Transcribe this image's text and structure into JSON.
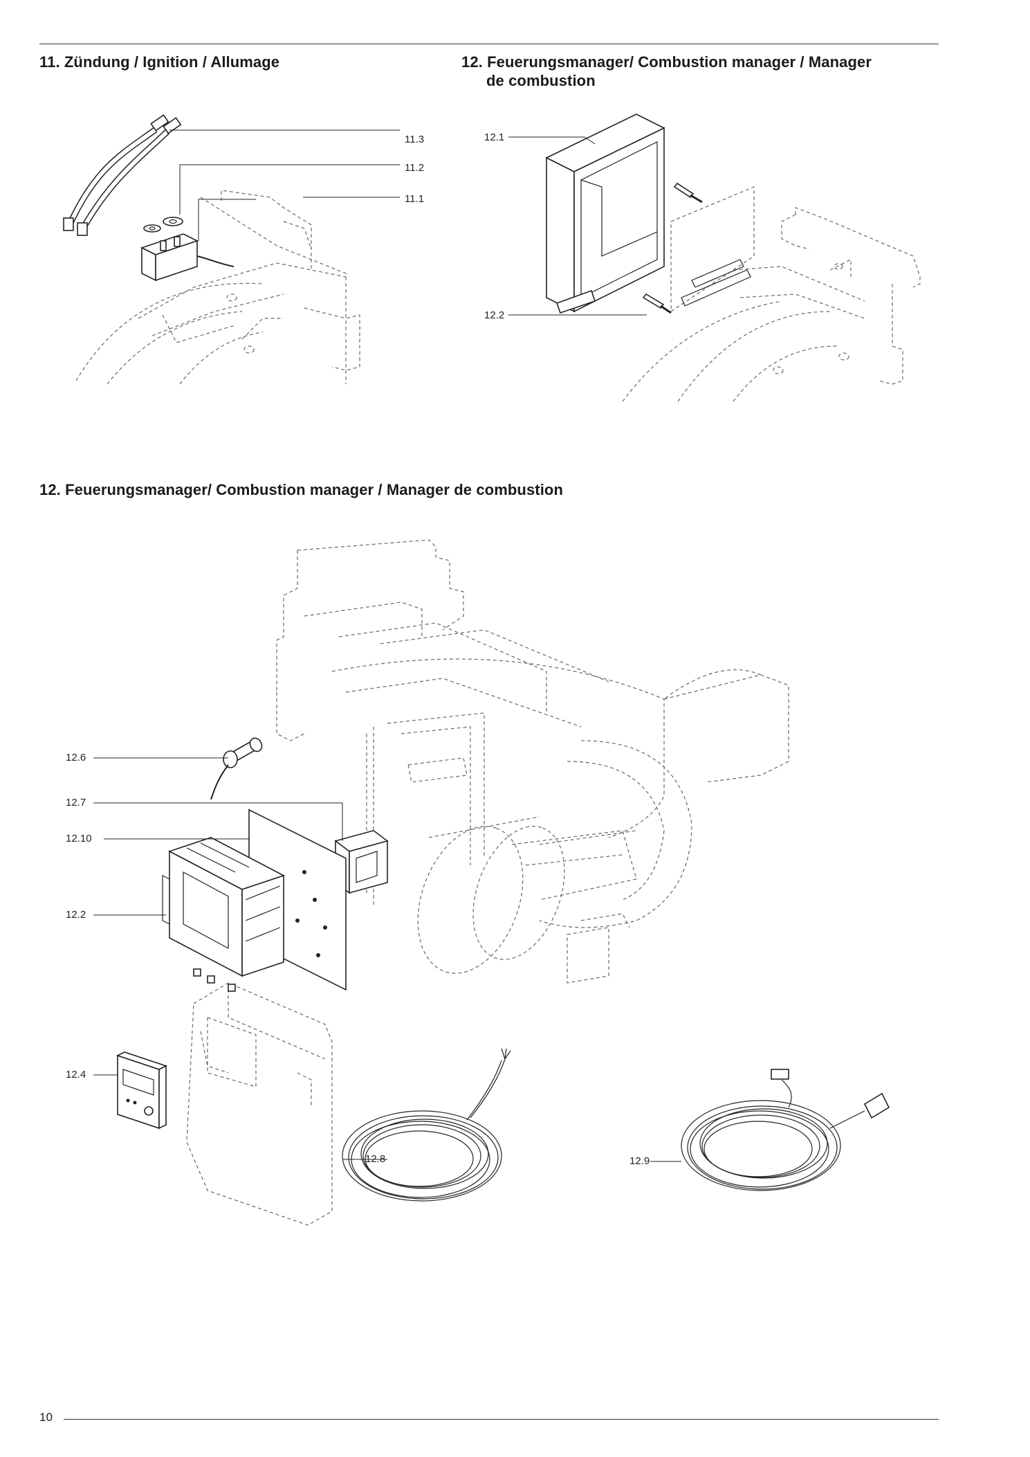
{
  "section11": {
    "title": "11. Zündung / Ignition / Allumage",
    "labels": [
      "11.3",
      "11.2",
      "11.1"
    ]
  },
  "section12_top": {
    "title_line1": "12. Feuerungsmanager/ Combustion manager / Manager",
    "title_line2": "de combustion",
    "labels": [
      "12.1",
      "12.2"
    ]
  },
  "section12_main": {
    "title": "12. Feuerungsmanager/ Combustion manager / Manager de combustion",
    "labels": [
      "12.6",
      "12.7",
      "12.10",
      "12.2",
      "12.4",
      "12.8",
      "12.9"
    ]
  },
  "footer": {
    "page_number": "10"
  }
}
